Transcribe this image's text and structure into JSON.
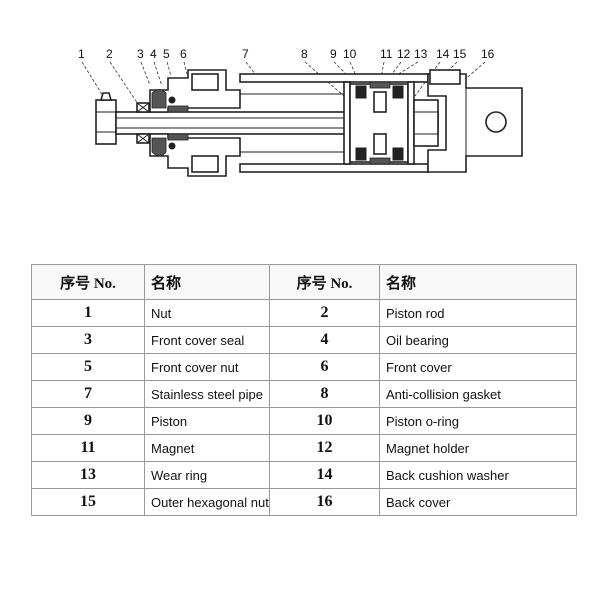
{
  "callouts": [
    "1",
    "2",
    "3",
    "4",
    "5",
    "6",
    "7",
    "8",
    "9",
    "10",
    "11",
    "12",
    "13",
    "14",
    "15",
    "16"
  ],
  "table": {
    "header_no": "序号 No.",
    "header_name": "名称",
    "rows": [
      {
        "left_no": "1",
        "left_name": "Nut",
        "right_no": "2",
        "right_name": "Piston rod"
      },
      {
        "left_no": "3",
        "left_name": "Front cover seal",
        "right_no": "4",
        "right_name": "Oil bearing"
      },
      {
        "left_no": "5",
        "left_name": "Front cover nut",
        "right_no": "6",
        "right_name": "Front cover"
      },
      {
        "left_no": "7",
        "left_name": "Stainless steel pipe",
        "right_no": "8",
        "right_name": "Anti-collision gasket"
      },
      {
        "left_no": "9",
        "left_name": "Piston",
        "right_no": "10",
        "right_name": "Piston o-ring"
      },
      {
        "left_no": "11",
        "left_name": "Magnet",
        "right_no": "12",
        "right_name": "Magnet holder"
      },
      {
        "left_no": "13",
        "left_name": "Wear ring",
        "right_no": "14",
        "right_name": "Back cushion washer"
      },
      {
        "left_no": "15",
        "left_name": "Outer hexagonal nut",
        "right_no": "16",
        "right_name": "Back cover"
      }
    ]
  }
}
